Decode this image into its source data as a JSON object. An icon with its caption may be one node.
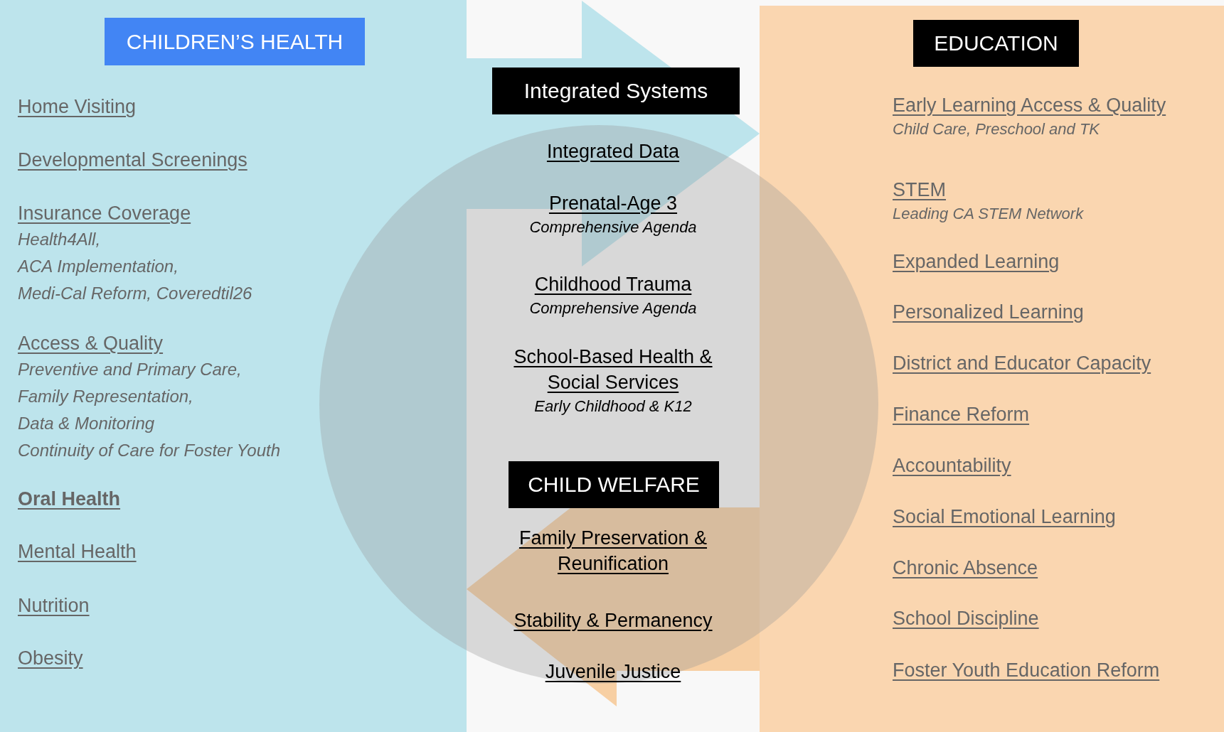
{
  "diagram": {
    "nodes": [
      {
        "text": [],
        "shape": "box"
      },
      {
        "text": [
          "CHILDREN’S HEALTH"
        ],
        "in": 0
      },
      {
        "text": [
          "Home Visiting"
        ],
        "in": 0
      },
      {
        "text": [
          "Developmental Screenings"
        ],
        "in": 0
      },
      {
        "text": [
          "Insurance Coverage",
          "Health4All,",
          "ACA Implementation,",
          "Medi-Cal Reform, Coveredtil26"
        ],
        "in": 0
      },
      {
        "text": [
          "Access & Quality",
          "Preventive and Primary Care,",
          "Family Representation,",
          "Data & Monitoring",
          "Continuity of Care for Foster Youth"
        ],
        "in": 0
      },
      {
        "text": [
          "**Oral Health**"
        ],
        "in": 0
      },
      {
        "text": [
          "Mental Health"
        ],
        "in": 0
      },
      {
        "text": [
          "Nutrition"
        ],
        "in": 0
      },
      {
        "text": [
          "Obesity"
        ],
        "in": 0
      },
      {
        "text": [
          "Integrated Systems"
        ]
      },
      {
        "text": [
          "Integrated Data"
        ]
      },
      {
        "text": [
          "Prenatal-Age 3",
          "Comprehensive Agenda"
        ]
      },
      {
        "text": [
          "Childhood Trauma",
          "Comprehensive Agenda"
        ]
      },
      {
        "text": [
          "School-Based Health & Social Services",
          "Early Childhood & K12"
        ]
      },
      {
        "text": [
          "CHILD WELFARE"
        ]
      },
      {
        "text": [
          "Family Preservation & Reunification"
        ]
      },
      {
        "text": [
          "Stability & Permanency"
        ]
      },
      {
        "text": [
          "Juvenile Justice"
        ]
      },
      {
        "text": [],
        "shape": "box"
      },
      {
        "text": [
          "EDUCATION"
        ],
        "in": 19
      },
      {
        "text": [
          "Early Learning Access & Quality",
          "Child Care, Preschool and TK"
        ],
        "in": 19
      },
      {
        "text": [
          "STEM",
          "Leading CA STEM Network"
        ],
        "in": 19
      },
      {
        "text": [
          "Expanded Learning"
        ],
        "in": 19
      },
      {
        "text": [
          "Personalized Learning"
        ],
        "in": 19
      },
      {
        "text": [
          "District and Educator Capacity"
        ],
        "in": 19
      },
      {
        "text": [
          "Finance Reform"
        ],
        "in": 19
      },
      {
        "text": [
          "Accountability"
        ],
        "in": 19
      },
      {
        "text": [
          "Social Emotional Learning"
        ],
        "in": 19
      },
      {
        "text": [
          "Chronic Absence"
        ],
        "in": 19
      },
      {
        "text": [
          "School Discipline"
        ],
        "in": 19
      },
      {
        "text": [
          "Foster Youth Education Reform"
        ],
        "in": 19
      }
    ],
    "edges": [
      {
        "from": 0,
        "to": 19,
        "arrow": "to",
        "style": "thick",
        "color": "#bde4ec"
      },
      {
        "from": 19,
        "to": 0,
        "arrow": "to",
        "style": "thick",
        "color": "#f7cfa3"
      }
    ]
  }
}
